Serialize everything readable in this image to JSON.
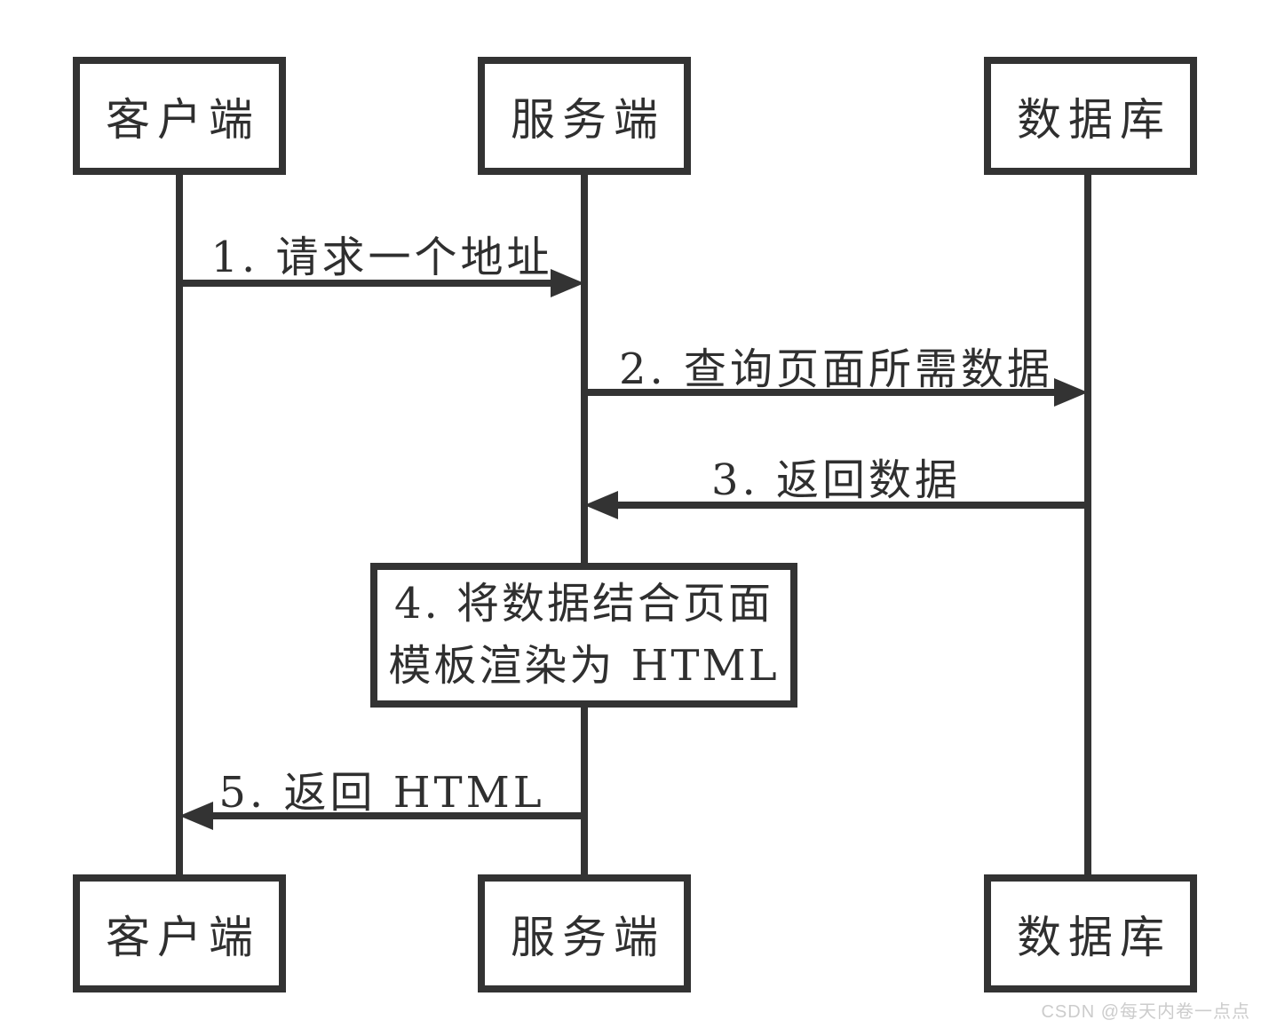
{
  "diagram": {
    "title": "Server-side rendering sequence diagram",
    "colors": {
      "stroke": "#333333",
      "text": "#2f2f2f",
      "background": "#ffffff",
      "watermark": "#cccccc"
    },
    "actors": [
      {
        "id": "client",
        "label": "客户端"
      },
      {
        "id": "server",
        "label": "服务端"
      },
      {
        "id": "database",
        "label": "数据库"
      }
    ],
    "messages": [
      {
        "seq": "1",
        "label": "1. 请求一个地址",
        "from": "client",
        "to": "server",
        "direction": "right"
      },
      {
        "seq": "2",
        "label": "2. 查询页面所需数据",
        "from": "server",
        "to": "database",
        "direction": "right"
      },
      {
        "seq": "3",
        "label": "3. 返回数据",
        "from": "database",
        "to": "server",
        "direction": "left"
      },
      {
        "seq": "4",
        "label_line1": "4. 将数据结合页面",
        "label_line2": "模板渲染为 HTML",
        "type": "self-process",
        "on": "server"
      },
      {
        "seq": "5",
        "label": "5. 返回 HTML",
        "from": "server",
        "to": "client",
        "direction": "left"
      }
    ]
  },
  "watermark": {
    "text": "CSDN @每天内卷一点点"
  }
}
